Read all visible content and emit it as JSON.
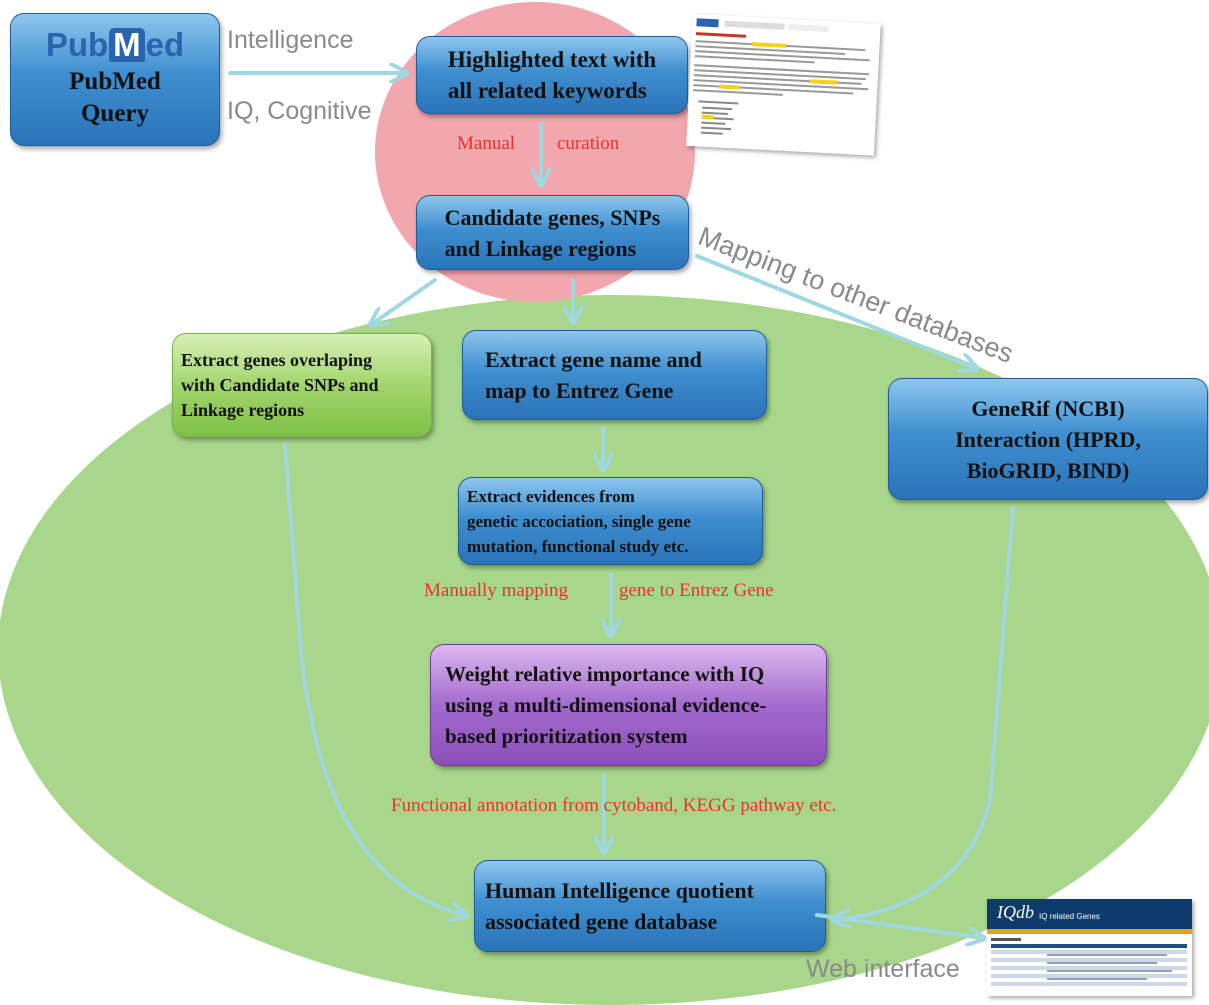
{
  "logo": {
    "part1": "Pub",
    "part2": "M",
    "part3": "ed"
  },
  "nodes": {
    "pubmed_query": "PubMed\nQuery",
    "highlighted_text": "Highlighted text with\nall  related keywords",
    "candidate_genes": "Candidate genes, SNPs\nand Linkage regions",
    "extract_overlap": "Extract genes  overlaping\nwith Candidate SNPs and\nLinkage regions",
    "extract_gene_name": "Extract gene name and\nmap to Entrez Gene",
    "generif": "GeneRif (NCBI)\nInteraction (HPRD,\nBioGRID, BIND)",
    "extract_evidences": "Extract evidences from\ngenetic accociation, single gene\nmutation, functional study etc.",
    "weight": "Weight relative importance with IQ\nusing a multi-dimensional evidence-\nbased prioritization system",
    "database": "Human Intelligence quotient\nassociated gene database"
  },
  "edge_labels": {
    "intelligence": "Intelligence",
    "iq_cognitive": "IQ, Cognitive",
    "mapping": "Mapping to other databases",
    "web_interface": "Web interface",
    "manual": "Manual",
    "curation": "curation",
    "manually_mapping": "Manually mapping",
    "gene_to_entrez": "gene  to Entrez Gene",
    "functional_annotation": "Functional annotation from cytoband, KEGG pathway etc."
  },
  "webshot": {
    "logo": "IQdb",
    "subtitle": "IQ related Genes"
  },
  "colors": {
    "box_blue": "#3f8fd0",
    "box_green": "#a3d56e",
    "box_purple": "#a36bcd",
    "ellipse_pink": "#f2a6ad",
    "ellipse_green": "#a8d68a",
    "arrow": "#9fd8e0",
    "label_red": "#e8342c",
    "label_grey": "#8a8a8a"
  }
}
